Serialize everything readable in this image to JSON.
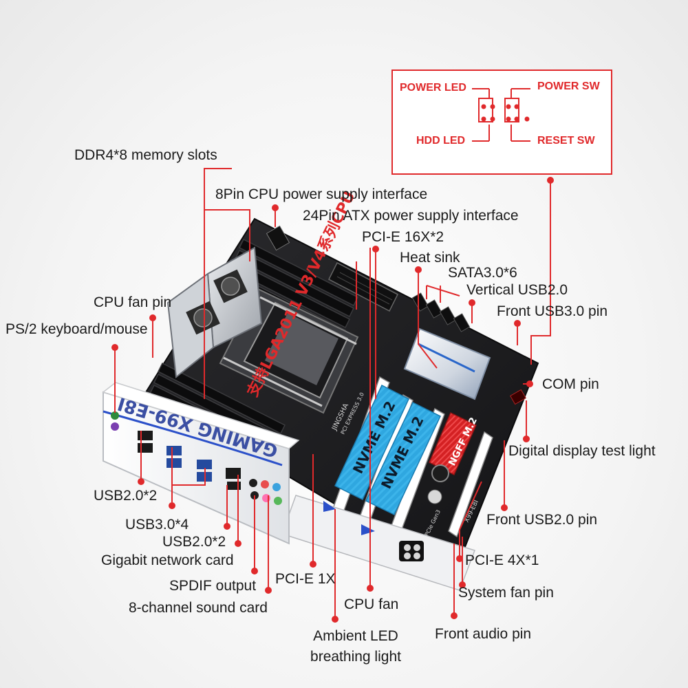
{
  "header_pin_diagram": {
    "power_led": "POWER LED",
    "power_sw": "POWER SW",
    "hdd_led": "HDD  LED",
    "reset_sw": "RESET SW"
  },
  "board": {
    "io_shield_model": "GAMING X99-E8I",
    "cpu_marking": "支持LGA2011 V3/V4系列CPU",
    "nvme_slot_1": "NVME M.2",
    "nvme_slot_2": "NVME M.2",
    "ngff_slot": "NGFF M.2",
    "brand": "JINGSHA",
    "pcie_print": "PCI EXPRESS 3.0",
    "pcie_gen3_print": "PCIe Gen3",
    "model_print": "X99-E8I"
  },
  "callouts": {
    "ddr4_slots": "DDR4*8 memory slots",
    "cpu_power_8pin": "8Pin CPU power supply interface",
    "atx_power_24pin": "24Pin ATX power supply interface",
    "pcie_16x": "PCI-E 16X*2",
    "heat_sink": "Heat sink",
    "sata": "SATA3.0*6",
    "vertical_usb2": "Vertical USB2.0",
    "front_usb3_pin": "Front USB3.0 pin",
    "com_pin": "COM pin",
    "digital_display_light": "Digital display test light",
    "front_usb2_pin": "Front USB2.0 pin",
    "pcie_4x": "PCI-E 4X*1",
    "system_fan_pin": "System fan pin",
    "front_audio_pin": "Front audio pin",
    "cpu_fan_pin": "CPU fan pin",
    "ps2_keyboard_mouse": "PS/2 keyboard/mouse",
    "usb2_x2_a": "USB2.0*2",
    "usb3_x4": "USB3.0*4",
    "usb2_x2_b": "USB2.0*2",
    "gigabit_network": "Gigabit network card",
    "spdif_output": "SPDIF output",
    "sound_card": "8-channel sound card",
    "pcie_1x": "PCI-E 1X",
    "cpu_fan": "CPU fan",
    "ambient_led_line1": "Ambient LED",
    "ambient_led_line2": "breathing light"
  },
  "colors": {
    "accent_red": "#e0292b",
    "board_black": "#1c1c1e",
    "nvme_blue": "#2fa7e0",
    "ngff_red": "#e0292b",
    "shield_white": "#f2f3f5"
  }
}
